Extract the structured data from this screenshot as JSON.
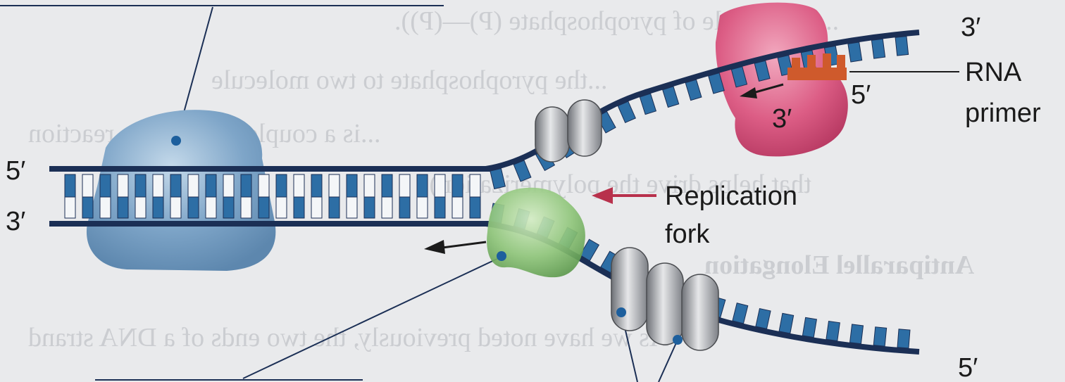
{
  "strand_ends": {
    "left_top": "5′",
    "left_bottom": "3′",
    "top_right": "3′",
    "bottom_right": "5′"
  },
  "primer_ends": {
    "five_prime": "5′",
    "three_prime": "3′"
  },
  "labels": {
    "rna_primer_line1": "RNA",
    "rna_primer_line2": "primer",
    "replication_fork_line1": "Replication",
    "replication_fork_line2": "fork"
  },
  "show_through_text": [
    "...a molecule of pyrophosphate (P)—(P)).",
    "...the pyrophosphate to two molecule",
    "...is a coupled exergonic reaction",
    "that helps drive the polymerization).",
    "Antiparallel Elongation",
    "As we have noted previously, the two ends of a DNA strand"
  ],
  "colors": {
    "background": "#e9eaec",
    "strand": "#1b2f55",
    "base_blue": "#2d6ea5",
    "base_white": "#f4f6f8",
    "helicase": "#7ea5c8",
    "polymerase_green": "#86bf72",
    "primase_pink": "#d9577f",
    "rna_primer": "#cf5a2c",
    "ssb_gray": "#a4a6aa",
    "fork_arrow": "#b8314c",
    "label_dot": "#1d5f9d"
  }
}
